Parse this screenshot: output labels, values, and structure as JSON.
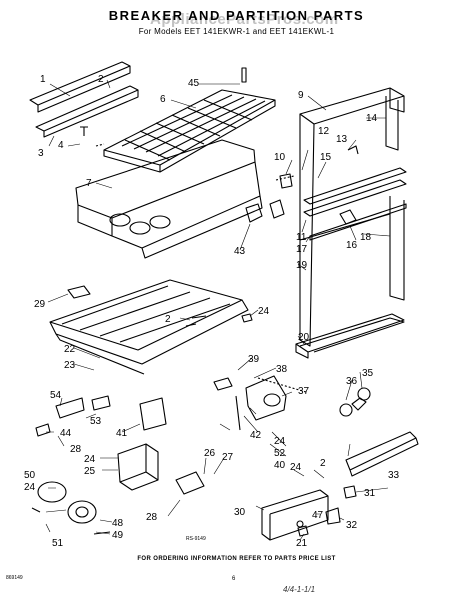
{
  "header": {
    "title": "BREAKER AND PARTITION PARTS",
    "subtitle": "For Models EET 141EKWR-1 and EET 141EKWL-1",
    "watermark": "AppliancePartsPros.com"
  },
  "callouts": [
    "1",
    "2",
    "3",
    "4",
    "45",
    "6",
    "7",
    "9",
    "12",
    "13",
    "14",
    "10",
    "15",
    "11",
    "17",
    "16",
    "18",
    "19",
    "43",
    "29",
    "2",
    "24",
    "20",
    "22",
    "23",
    "39",
    "38",
    "37",
    "36",
    "35",
    "54",
    "53",
    "41",
    "28",
    "44",
    "24",
    "25",
    "42",
    "24",
    "52",
    "40",
    "26",
    "27",
    "50",
    "24",
    "48",
    "49",
    "51",
    "28",
    "30",
    "24",
    "2",
    "31",
    "33",
    "47",
    "32",
    "21"
  ],
  "figure_code": "RS-9149",
  "footer": {
    "note": "FOR ORDERING INFORMATION REFER TO PARTS PRICE LIST",
    "code": "869149",
    "page": "6",
    "signature": "4/4-1-1/1"
  }
}
